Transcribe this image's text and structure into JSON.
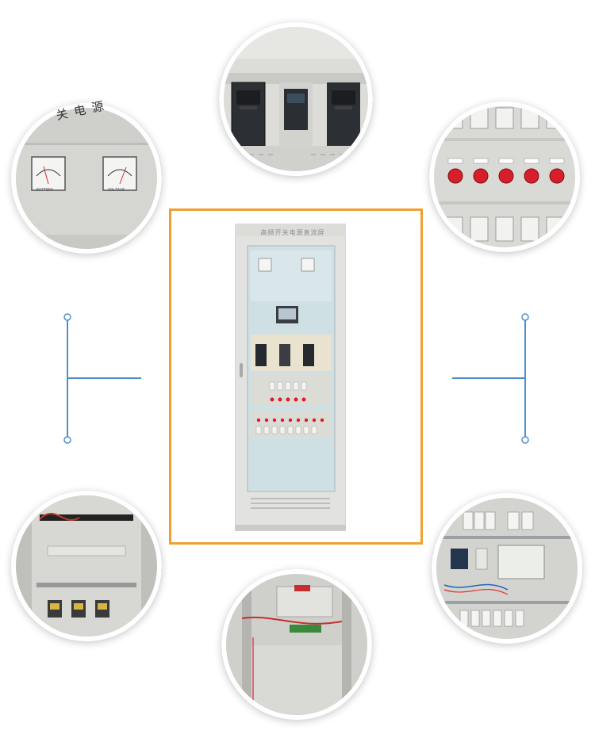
{
  "cabinet": {
    "title": "高频开关电源直流屏"
  },
  "meters_detail": {
    "sign": "关电源",
    "left_label": "BATTERY",
    "right_label": "VOLTAGE"
  },
  "colors": {
    "frame_accent": "#f0a030",
    "connector_blue": "#4f8fcc",
    "panel_gray": "#d8d9d7",
    "indicator_red": "#d81e2a"
  },
  "icons": {
    "connector_left": "bracket-connector-icon",
    "connector_right": "bracket-connector-icon"
  }
}
